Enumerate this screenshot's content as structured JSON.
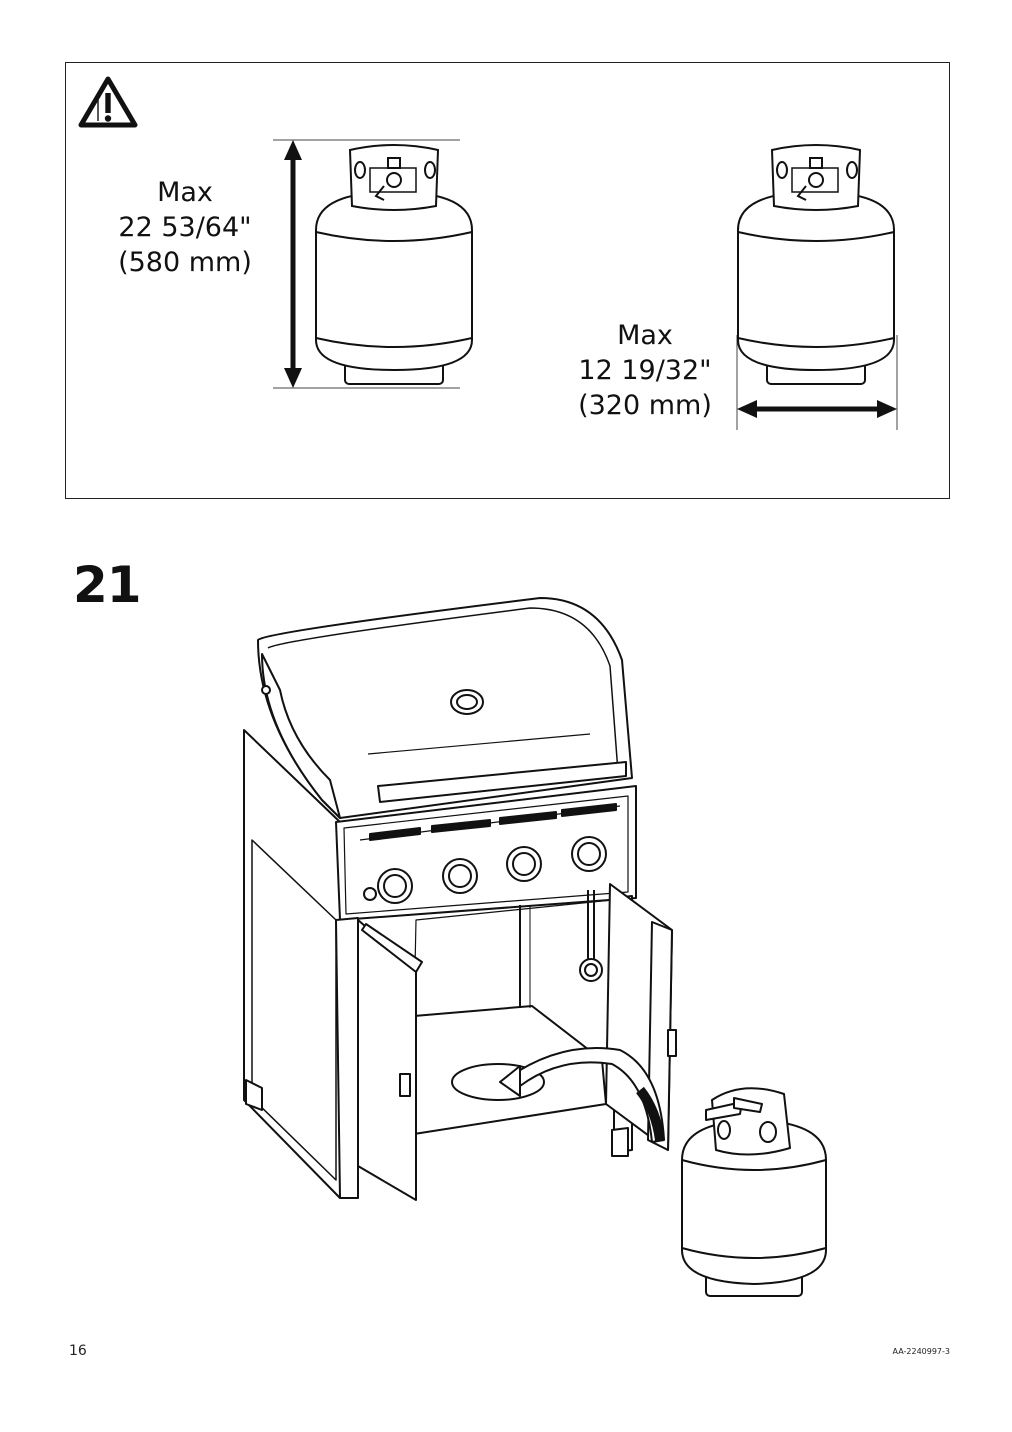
{
  "warning": {
    "icon": "warning-triangle-icon",
    "height_limit": {
      "line1": "Max",
      "line2": "22 53/64\"",
      "line3": "(580 mm)"
    },
    "width_limit": {
      "line1": "Max",
      "line2": "12 19/32\"",
      "line3": "(320 mm)"
    }
  },
  "step": {
    "number": "21"
  },
  "footer": {
    "page_number": "16",
    "document_code": "AA-2240997-3"
  }
}
